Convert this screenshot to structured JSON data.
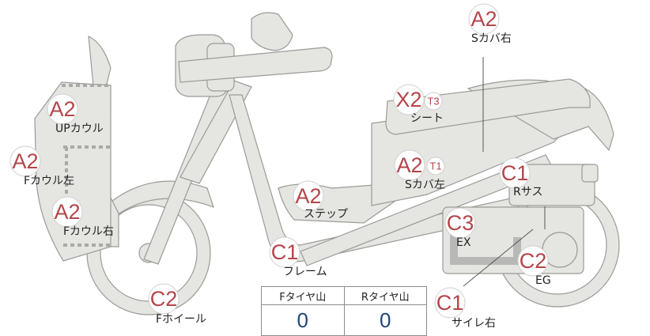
{
  "grades": [
    {
      "key": "s-cover-right-top",
      "grade": "A2",
      "label": "Sカバ右"
    },
    {
      "key": "seat",
      "grade": "X2",
      "sub": "T3",
      "label": "シート"
    },
    {
      "key": "up-cowl",
      "grade": "A2",
      "label": "UPカウル"
    },
    {
      "key": "f-cowl-left",
      "grade": "A2",
      "label": "Fカウル左"
    },
    {
      "key": "f-cowl-right",
      "grade": "A2",
      "label": "Fカウル右"
    },
    {
      "key": "s-cover-left",
      "grade": "A2",
      "sub": "T1",
      "label": "Sカバ左"
    },
    {
      "key": "r-suspension",
      "grade": "C1",
      "label": "Rサス"
    },
    {
      "key": "step",
      "grade": "A2",
      "label": "ステップ"
    },
    {
      "key": "exhaust",
      "grade": "C3",
      "label": "EX"
    },
    {
      "key": "frame",
      "grade": "C1",
      "label": "フレーム"
    },
    {
      "key": "engine",
      "grade": "C2",
      "label": "EG"
    },
    {
      "key": "f-wheel",
      "grade": "C2",
      "label": "Fホイール"
    },
    {
      "key": "silencer-right",
      "grade": "C1",
      "label": "サイレ右"
    }
  ],
  "tread_table": {
    "front_label": "Fタイヤ山",
    "rear_label": "Rタイヤ山",
    "front_value": "0",
    "rear_value": "0"
  },
  "colors": {
    "grade": "#b5454a",
    "tread_value": "#24457c",
    "part_fill": "#e5e6e2"
  }
}
